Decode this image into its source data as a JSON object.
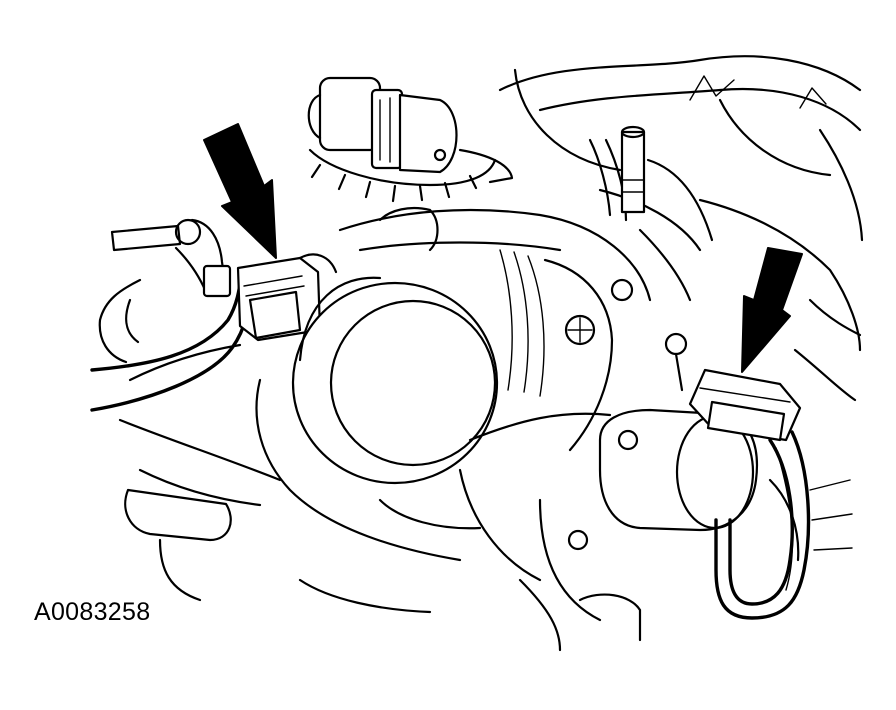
{
  "figure": {
    "id_label": "A0083258"
  },
  "callouts": [
    {
      "name": "left-connector-arrow",
      "icon": "down-arrow-icon",
      "color": "#000000"
    },
    {
      "name": "right-connector-arrow",
      "icon": "down-arrow-icon",
      "color": "#000000"
    }
  ],
  "colors": {
    "line": "#000000",
    "background": "#ffffff"
  }
}
